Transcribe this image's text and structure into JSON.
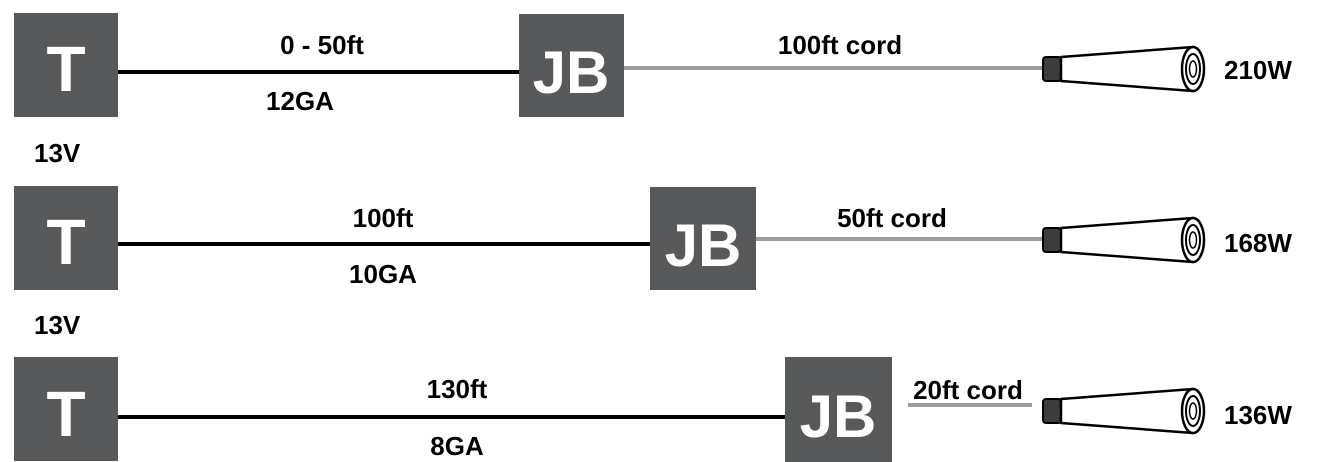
{
  "colors": {
    "box": "#58595b",
    "box_text": "#ffffff",
    "main_wire": "#000000",
    "cord_wire": "#9d9d9d",
    "text": "#000000"
  },
  "rows": [
    {
      "transformer_label": "T",
      "voltage": "13V",
      "run_length": "0 - 50ft",
      "gauge": "12GA",
      "junction_label": "JB",
      "cord_label": "100ft cord",
      "wattage": "210W",
      "light_icon": "well-light-icon"
    },
    {
      "transformer_label": "T",
      "voltage": "13V",
      "run_length": "100ft",
      "gauge": "10GA",
      "junction_label": "JB",
      "cord_label": "50ft cord",
      "wattage": "168W",
      "light_icon": "well-light-icon"
    },
    {
      "transformer_label": "T",
      "run_length": "130ft",
      "gauge": "8GA",
      "junction_label": "JB",
      "cord_label": "20ft cord",
      "wattage": "136W",
      "light_icon": "well-light-icon"
    }
  ]
}
